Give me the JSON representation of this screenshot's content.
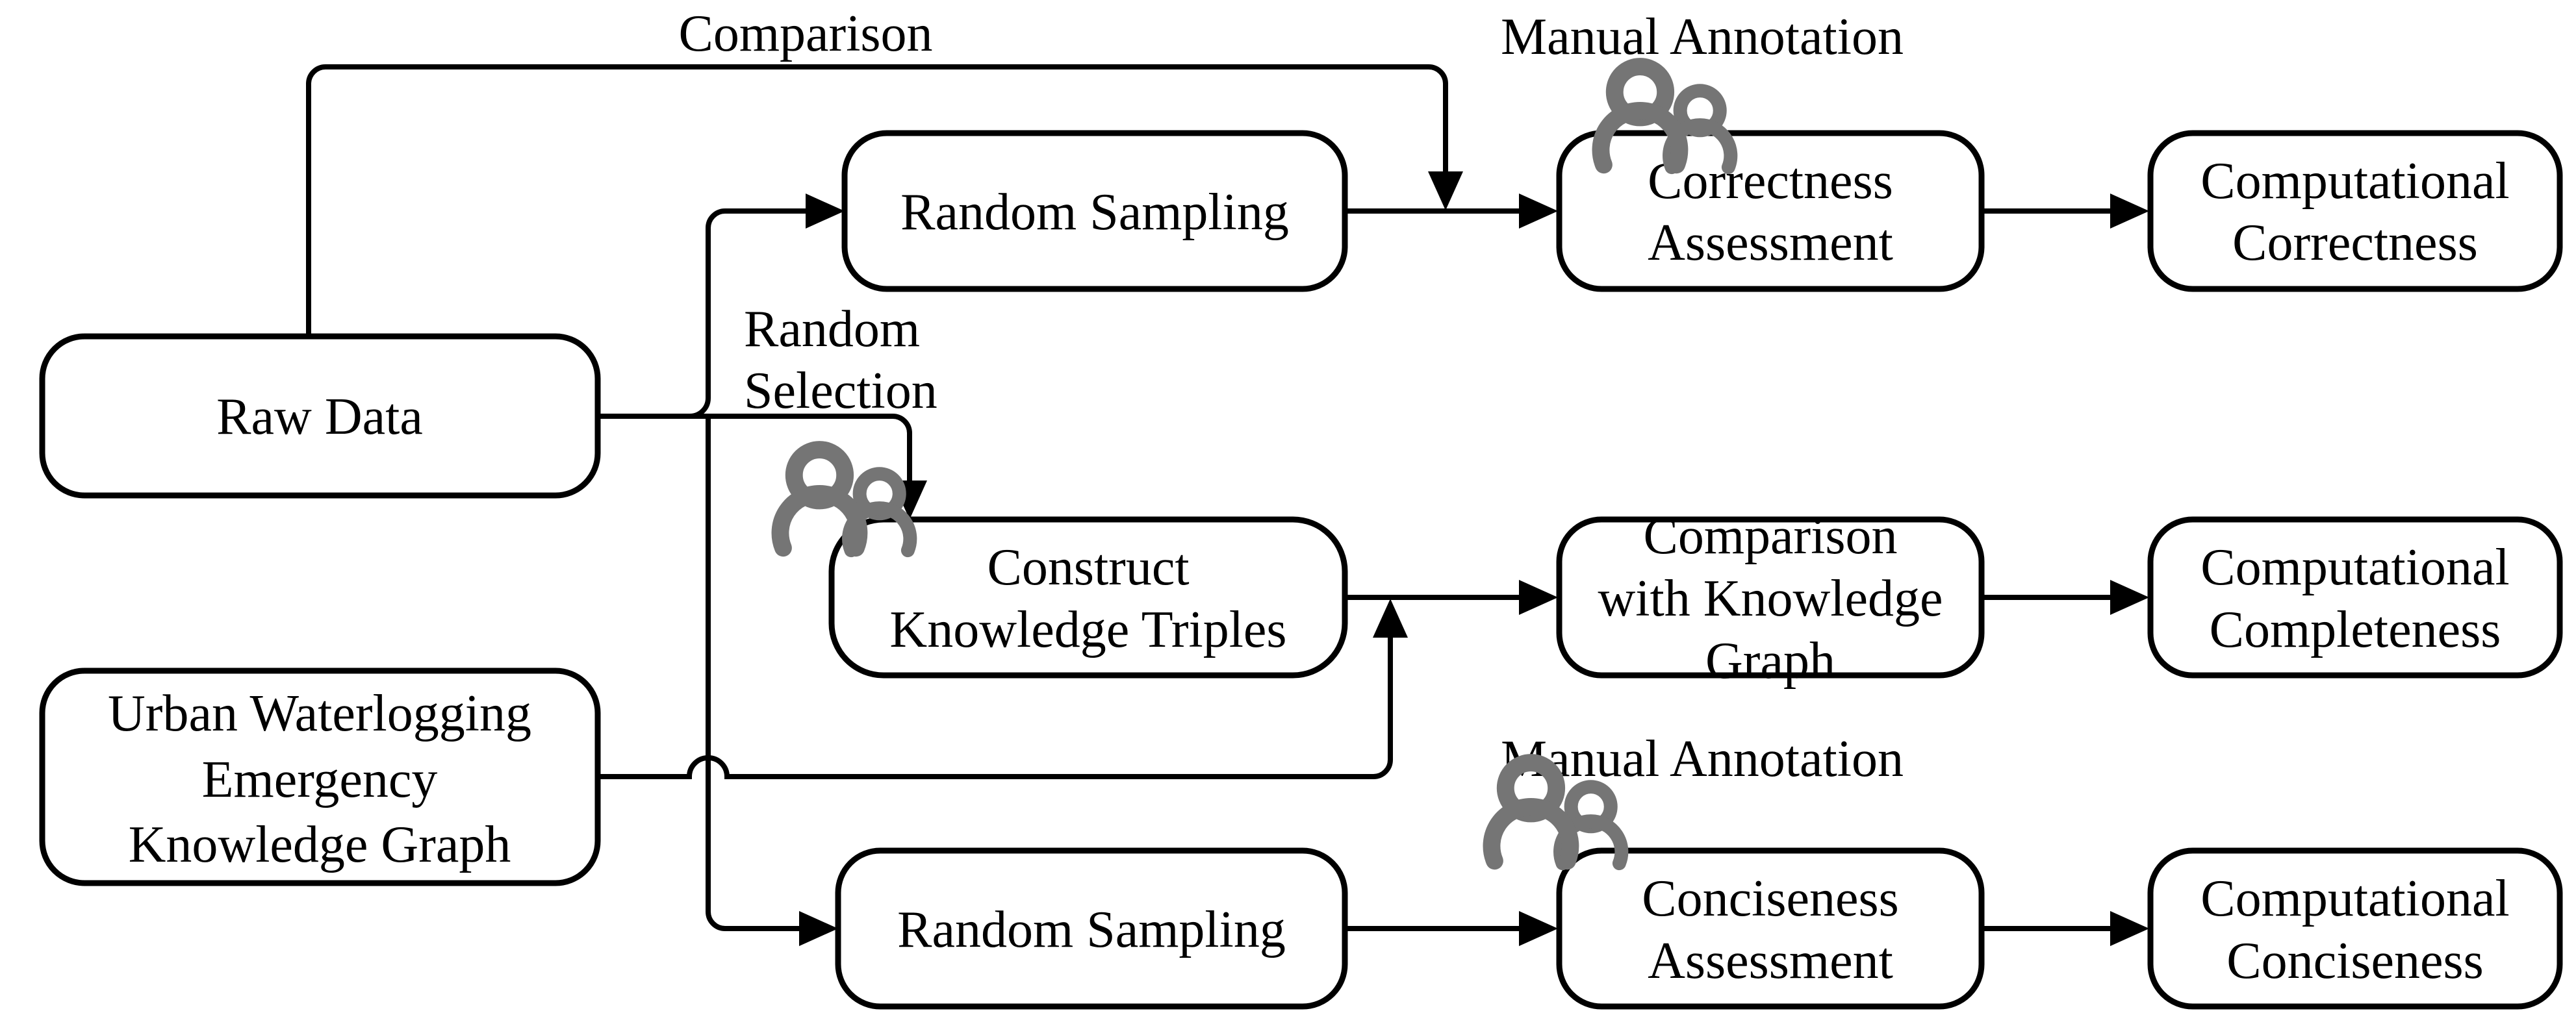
{
  "diagram": {
    "type": "flowchart",
    "colors": {
      "line": "#000000",
      "box_fill": "#ffffff",
      "box_stroke": "#000000",
      "icon_gray": "#757575",
      "background": "#ffffff"
    },
    "nodes": {
      "raw_data": {
        "lines": [
          "Raw Data"
        ]
      },
      "urban_kg": {
        "lines": [
          "Urban Waterlogging",
          "Emergency",
          "Knowledge Graph"
        ]
      },
      "random_sampling_top": {
        "lines": [
          "Random Sampling"
        ]
      },
      "construct_triples": {
        "lines": [
          "Construct",
          "Knowledge Triples"
        ]
      },
      "random_sampling_bottom": {
        "lines": [
          "Random Sampling"
        ]
      },
      "correctness_assessment": {
        "lines": [
          "Correctness",
          "Assessment"
        ]
      },
      "comparison_with_kg": {
        "lines": [
          "Comparison",
          "with Knowledge",
          "Graph"
        ]
      },
      "conciseness_assessment": {
        "lines": [
          "Conciseness",
          "Assessment"
        ]
      },
      "computational_correctness": {
        "lines": [
          "Computational",
          "Correctness"
        ]
      },
      "computational_completeness": {
        "lines": [
          "Computational",
          "Completeness"
        ]
      },
      "computational_conciseness": {
        "lines": [
          "Computational",
          "Conciseness"
        ]
      }
    },
    "labels": {
      "comparison": "Comparison",
      "manual_annotation_top": "Manual Annotation",
      "random_selection_line1": "Random",
      "random_selection_line2": "Selection",
      "manual_annotation_bottom": "Manual Annotation"
    },
    "icons": {
      "people_top": "people-icon",
      "people_middle": "people-icon",
      "people_bottom": "people-icon"
    }
  }
}
